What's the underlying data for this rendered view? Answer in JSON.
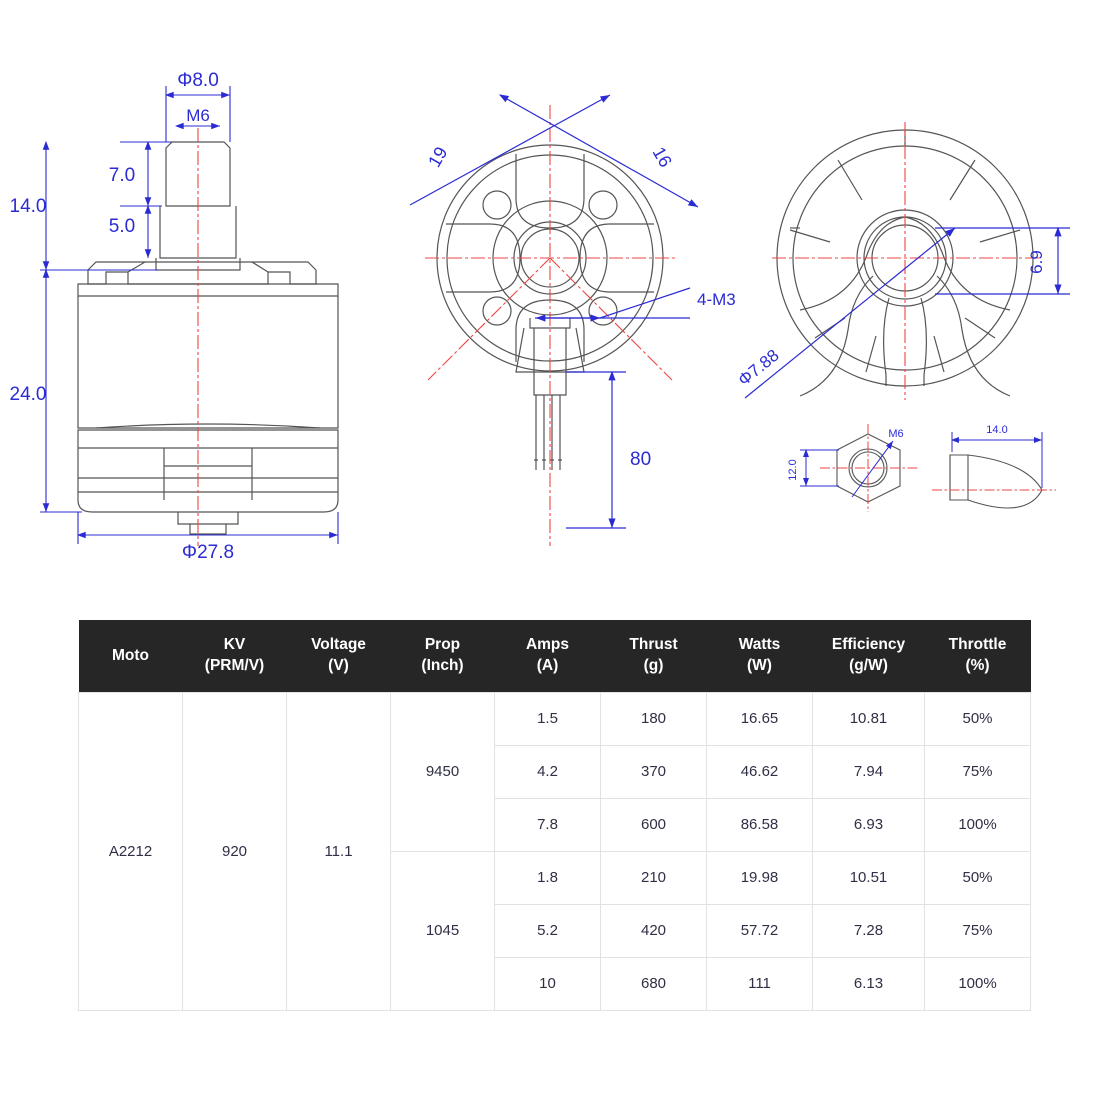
{
  "drawing": {
    "title": "A2212 brushless motor technical drawing",
    "line_color": "#555555",
    "dim_color": "#2b2bd4",
    "center_color": "#ef4444",
    "views": {
      "side_view": {
        "name": "motor-side-view",
        "dimensions": {
          "shaft_diameter": "Φ8.0",
          "thread": "M6",
          "thread_length": "7.0",
          "shaft_step": "5.0",
          "shaft_total": "14.0",
          "body_height": "24.0",
          "body_diameter": "Φ27.8"
        }
      },
      "bottom_view": {
        "name": "motor-bottom-view",
        "dimensions": {
          "mount_diag_a": "19",
          "mount_diag_b": "16",
          "screw_callout": "4-M3",
          "wire_length": "80"
        }
      },
      "top_view": {
        "name": "motor-top-view",
        "dimensions": {
          "bell_bore": "Φ7.88",
          "slot_width": "6.9"
        }
      },
      "nut_front_view": {
        "name": "prop-nut-front-view",
        "dimensions": {
          "across_flats": "12.0",
          "thread": "M6"
        }
      },
      "nut_side_view": {
        "name": "prop-nut-side-view",
        "dimensions": {
          "length": "14.0"
        }
      }
    }
  },
  "table": {
    "headers": [
      {
        "main": "Moto",
        "sub": ""
      },
      {
        "main": "KV",
        "sub": "(PRM/V)"
      },
      {
        "main": "Voltage",
        "sub": "(V)"
      },
      {
        "main": "Prop",
        "sub": "(Inch)"
      },
      {
        "main": "Amps",
        "sub": "(A)"
      },
      {
        "main": "Thrust",
        "sub": "(g)"
      },
      {
        "main": "Watts",
        "sub": "(W)"
      },
      {
        "main": "Efficiency",
        "sub": "(g/W)"
      },
      {
        "main": "Throttle",
        "sub": "(%)"
      }
    ],
    "motor": "A2212",
    "kv": "920",
    "voltage": "11.1",
    "prop_groups": [
      {
        "prop": "9450",
        "rows": [
          {
            "amps": "1.5",
            "thrust": "180",
            "watts": "16.65",
            "efficiency": "10.81",
            "throttle": "50%"
          },
          {
            "amps": "4.2",
            "thrust": "370",
            "watts": "46.62",
            "efficiency": "7.94",
            "throttle": "75%"
          },
          {
            "amps": "7.8",
            "thrust": "600",
            "watts": "86.58",
            "efficiency": "6.93",
            "throttle": "100%"
          }
        ]
      },
      {
        "prop": "1045",
        "rows": [
          {
            "amps": "1.8",
            "thrust": "210",
            "watts": "19.98",
            "efficiency": "10.51",
            "throttle": "50%"
          },
          {
            "amps": "5.2",
            "thrust": "420",
            "watts": "57.72",
            "efficiency": "7.28",
            "throttle": "75%"
          },
          {
            "amps": "10",
            "thrust": "680",
            "watts": "111",
            "efficiency": "6.13",
            "throttle": "100%"
          }
        ]
      }
    ]
  }
}
